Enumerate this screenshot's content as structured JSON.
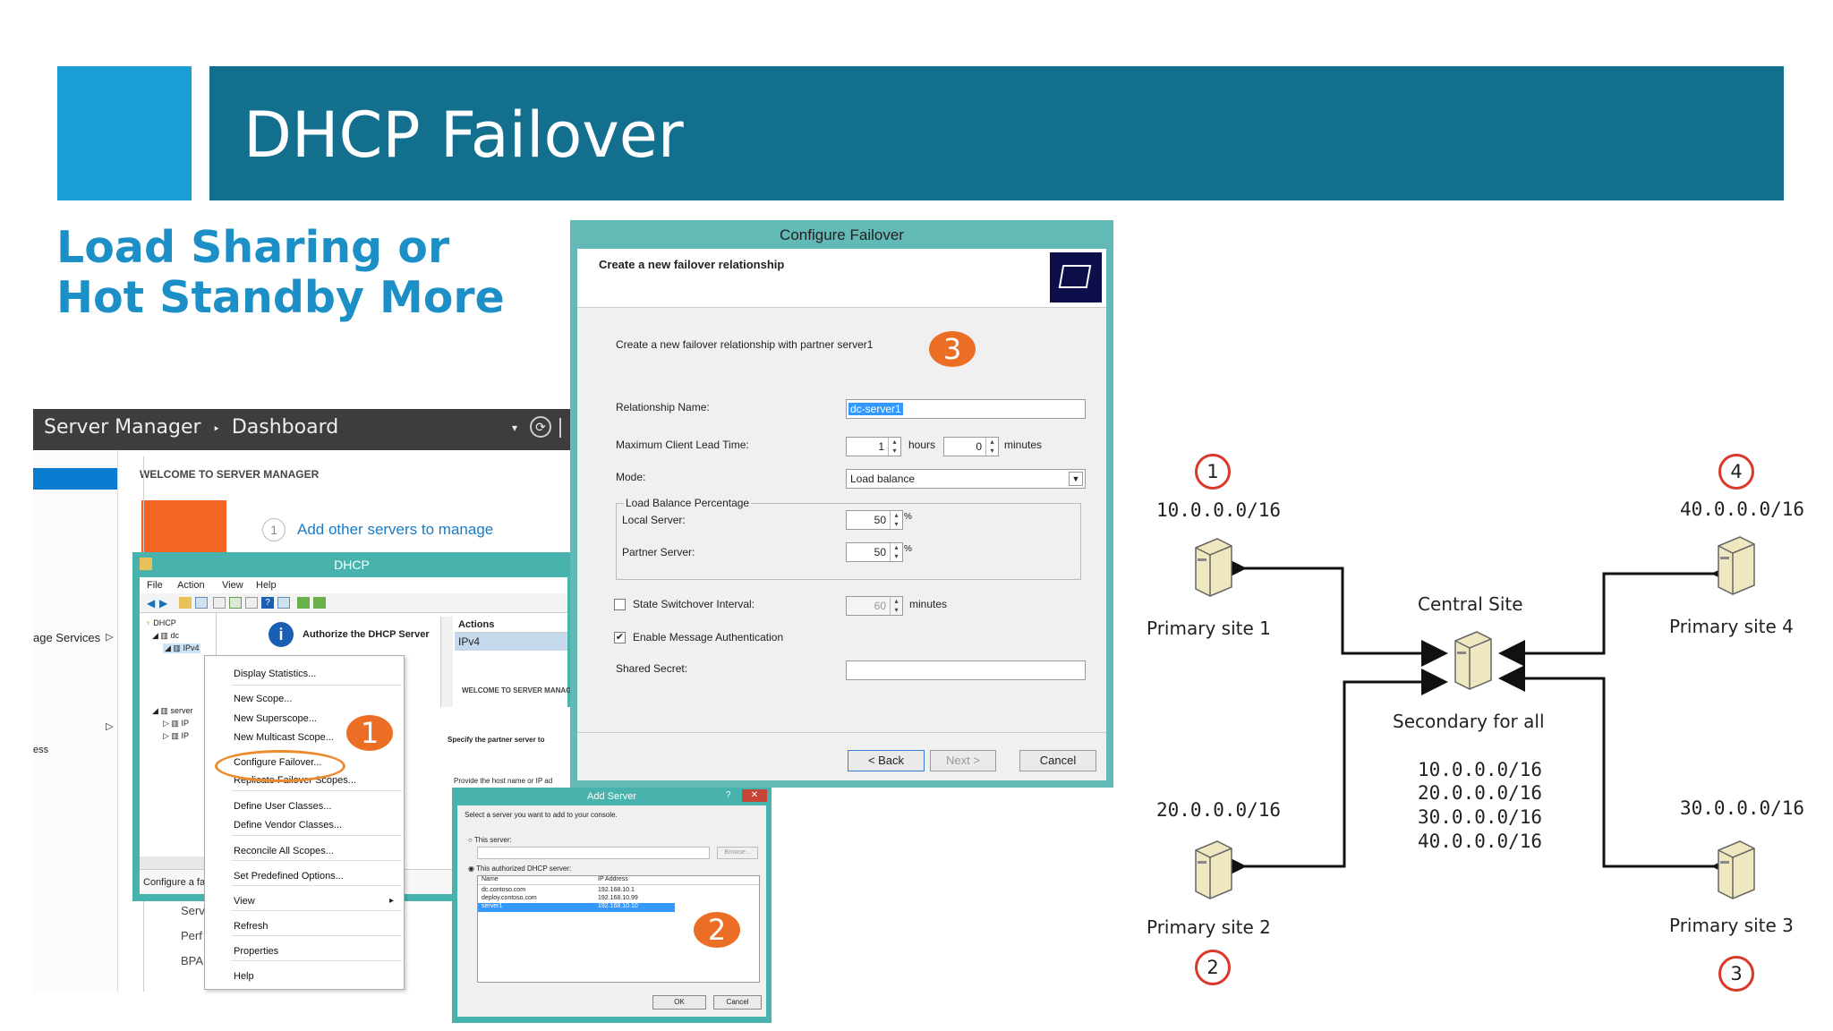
{
  "slide": {
    "title": "DHCP Failover",
    "subtitle_line1": "Load Sharing or",
    "subtitle_line2": "Hot Standby More"
  },
  "server_manager": {
    "title": "Server Manager",
    "separator": "‣",
    "breadcrumb": "Dashboard",
    "welcome": "WELCOME TO SERVER MANAGER",
    "step_number": "1",
    "add_servers": "Add other servers to manage",
    "side_items": [
      "age Services",
      "ess"
    ],
    "left_text_1": "Serv",
    "left_text_2": "Perf",
    "left_text_3": "BPA"
  },
  "dhcp_window": {
    "title": "DHCP",
    "menu": [
      "File",
      "Action",
      "View",
      "Help"
    ],
    "tree": [
      "DHCP",
      "dc",
      "IPv4",
      "server",
      "IP",
      "IP"
    ],
    "authorize_title": "Authorize the DHCP Server",
    "actions_header": "Actions",
    "actions_item": "IPv4",
    "status": "Configure a fa",
    "welcome_2": "WELCOME TO SERVER MANAGER",
    "specify": "Specify the partner server to",
    "provide": "Provide the host name or IP ad"
  },
  "context_menu": {
    "items": [
      "Display Statistics...",
      "New Scope...",
      "New Superscope...",
      "New Multicast Scope...",
      "Configure Failover...",
      "Replicate Failover Scopes...",
      "Define User Classes...",
      "Define Vendor Classes...",
      "Reconcile All Scopes...",
      "Set Predefined Options...",
      "View",
      "Refresh",
      "Properties",
      "Help"
    ]
  },
  "configure_failover": {
    "title": "Configure Failover",
    "header": "Create a new failover relationship",
    "description": "Create a new failover relationship with partner server1",
    "relationship_name_label": "Relationship Name:",
    "relationship_name_value": "dc-server1",
    "mclt_label": "Maximum Client Lead Time:",
    "mclt_hours": "1",
    "hours_label": "hours",
    "mclt_minutes": "0",
    "minutes_label": "minutes",
    "mode_label": "Mode:",
    "mode_value": "Load balance",
    "lb_group": "Load Balance Percentage",
    "local_label": "Local Server:",
    "local_value": "50",
    "partner_label": "Partner Server:",
    "partner_value": "50",
    "percent": "%",
    "switchover_label": "State Switchover Interval:",
    "switchover_value": "60",
    "switchover_unit": "minutes",
    "auth_label": "Enable Message Authentication",
    "secret_label": "Shared Secret:",
    "back_button": "< Back",
    "next_button": "Next >",
    "cancel_button": "Cancel"
  },
  "add_server": {
    "title": "Add Server",
    "prompt": "Select a server you want to add to your console.",
    "this_server": "This server:",
    "browse": "Browse...",
    "authorized": "This authorized DHCP server:",
    "col_name": "Name",
    "col_ip": "IP Address",
    "rows": [
      {
        "name": "dc.contoso.com",
        "ip": "192.168.10.1"
      },
      {
        "name": "deploy.contoso.com",
        "ip": "192.168.10.99"
      },
      {
        "name": "server1",
        "ip": "192.168.10.10"
      }
    ],
    "ok_button": "OK",
    "cancel_button": "Cancel"
  },
  "badges": {
    "one": "1",
    "two": "2",
    "three": "3"
  },
  "diagram": {
    "central_label": "Central Site",
    "secondary_label": "Secondary for all",
    "central_subnets": [
      "10.0.0.0/16",
      "20.0.0.0/16",
      "30.0.0.0/16",
      "40.0.0.0/16"
    ],
    "sites": [
      {
        "number": "1",
        "subnet": "10.0.0.0/16",
        "label": "Primary site 1"
      },
      {
        "number": "2",
        "subnet": "20.0.0.0/16",
        "label": "Primary site 2"
      },
      {
        "number": "3",
        "subnet": "30.0.0.0/16",
        "label": "Primary site 3"
      },
      {
        "number": "4",
        "subnet": "40.0.0.0/16",
        "label": "Primary site 4"
      }
    ]
  },
  "colors": {
    "accent_blue": "#1b9dd6",
    "title_teal": "#12708e",
    "subtitle_blue": "#1b8fc6",
    "badge_orange": "#ec6d24",
    "circle_red": "#d9382a",
    "window_teal": "#48b3ad"
  }
}
